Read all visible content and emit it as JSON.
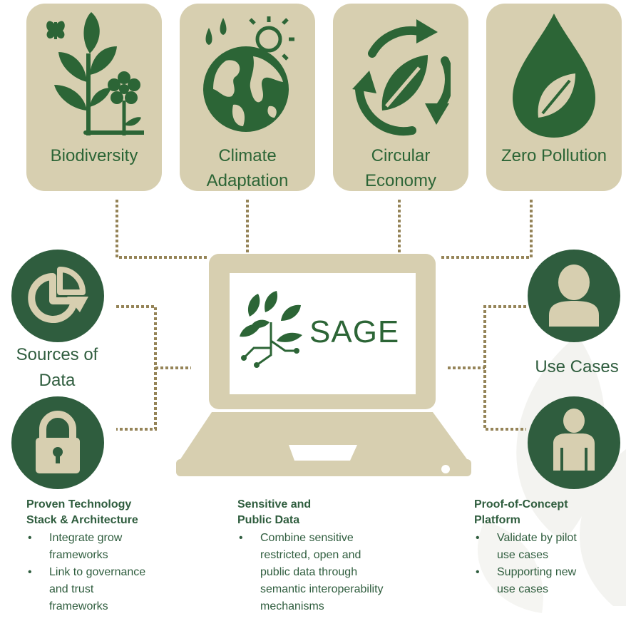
{
  "tiles": [
    {
      "label": "Biodiversity",
      "icon": "plant-butterfly-icon"
    },
    {
      "label": "Climate\nAdaptation",
      "icon": "globe-rain-sun-icon"
    },
    {
      "label": "Circular\nEconomy",
      "icon": "recycle-leaf-icon"
    },
    {
      "label": "Zero Pollution",
      "icon": "water-drop-leaf-icon"
    }
  ],
  "center": {
    "logo_text": "SAGE"
  },
  "left": {
    "label": "Sources of\nData",
    "icons": [
      "pie-chart-icon",
      "lock-icon"
    ]
  },
  "right": {
    "label": "Use Cases",
    "icons": [
      "user-icon",
      "person-icon"
    ]
  },
  "notes": [
    {
      "title": "Proven Technology\nStack & Architecture",
      "bullets": [
        "Integrate grow\nframeworks",
        "Link to governance\nand trust\nframeworks"
      ]
    },
    {
      "title": "Sensitive and\nPublic Data",
      "bullets": [
        "Combine sensitive\nrestricted, open and\npublic data through\nsemantic interoperability\nmechanisms"
      ]
    },
    {
      "title": "Proof-of-Concept\nPlatform",
      "bullets": [
        "Validate by pilot\nuse cases",
        "Supporting new\nuse cases"
      ]
    }
  ],
  "colors": {
    "tile_bg": "#d7cfb0",
    "dark_green": "#2f5d3e",
    "icon_green": "#2c6536",
    "connector": "#958458"
  }
}
